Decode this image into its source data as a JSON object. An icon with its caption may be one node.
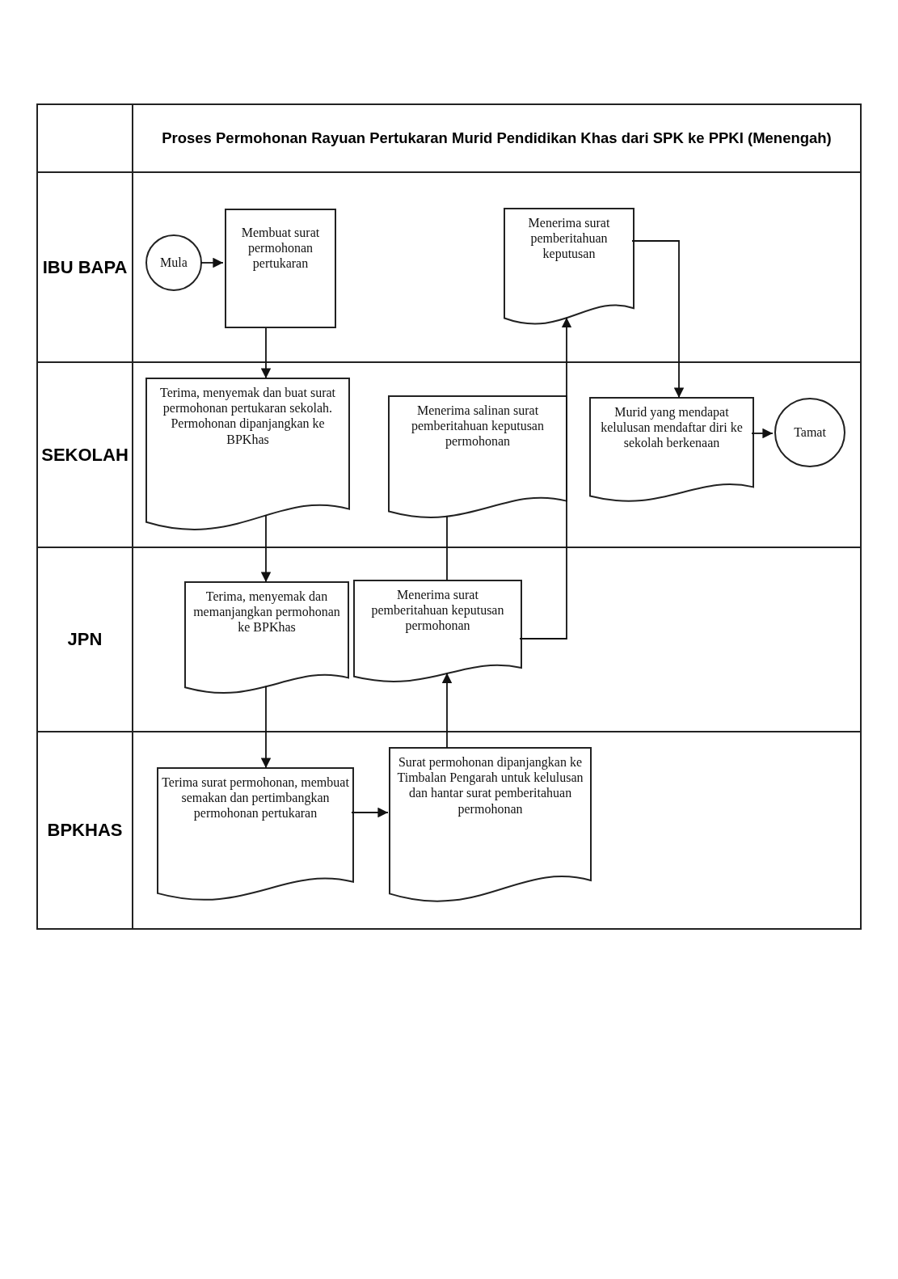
{
  "diagram": {
    "title": "Proses Permohonan Rayuan Pertukaran Murid Pendidikan Khas dari SPK ke PPKI (Menengah)",
    "nodes": [
      {
        "text": [
          "IBU BAPA"
        ]
      },
      {
        "text": [
          "Mula"
        ],
        "in": 0
      },
      {
        "text": [
          "Membuat surat permohonan pertukaran"
        ],
        "in": 0
      },
      {
        "text": [
          "Menerima surat pemberitahuan keputusan"
        ],
        "in": 0
      },
      {
        "text": [
          "SEKOLAH"
        ]
      },
      {
        "text": [
          "Terima, menyemak dan buat surat permohonan pertukaran sekolah. Permohonan dipanjangkan ke BPKhas"
        ],
        "in": 4
      },
      {
        "text": [
          "Menerima salinan surat pemberitahuan keputusan permohonan"
        ],
        "in": 4
      },
      {
        "text": [
          "Murid yang mendapat kelulusan mendaftar diri ke sekolah berkenaan"
        ],
        "in": 4
      },
      {
        "text": [
          "Tamat"
        ],
        "in": 4
      },
      {
        "text": [
          "JPN"
        ]
      },
      {
        "text": [
          "Terima, menyemak dan memanjangkan permohonan ke BPKhas"
        ],
        "in": 9
      },
      {
        "text": [
          "Menerima surat pemberitahuan keputusan permohonan"
        ],
        "in": 9
      },
      {
        "text": [
          "BPKHAS"
        ]
      },
      {
        "text": [
          "Terima surat permohonan, membuat semakan dan pertimbangkan permohonan pertukaran"
        ],
        "in": 12
      },
      {
        "text": [
          "Surat permohonan dipanjangkan ke Timbalan Pengarah untuk kelulusan dan hantar surat pemberitahuan permohonan"
        ],
        "in": 12
      }
    ],
    "edges": [
      {
        "from": 1,
        "to": 2,
        "arrow": "to"
      },
      {
        "from": 2,
        "to": 5,
        "arrow": "to"
      },
      {
        "from": 5,
        "to": 10,
        "arrow": "to"
      },
      {
        "from": 10,
        "to": 13,
        "arrow": "to"
      },
      {
        "from": 13,
        "to": 14,
        "arrow": "to"
      },
      {
        "from": 14,
        "to": 11,
        "arrow": "to"
      },
      {
        "from": 11,
        "to": 6,
        "arrow": "none"
      },
      {
        "from": 11,
        "to": 3,
        "arrow": "to"
      },
      {
        "from": 3,
        "to": 7,
        "arrow": "to"
      },
      {
        "from": 7,
        "to": 8,
        "arrow": "to"
      }
    ]
  }
}
